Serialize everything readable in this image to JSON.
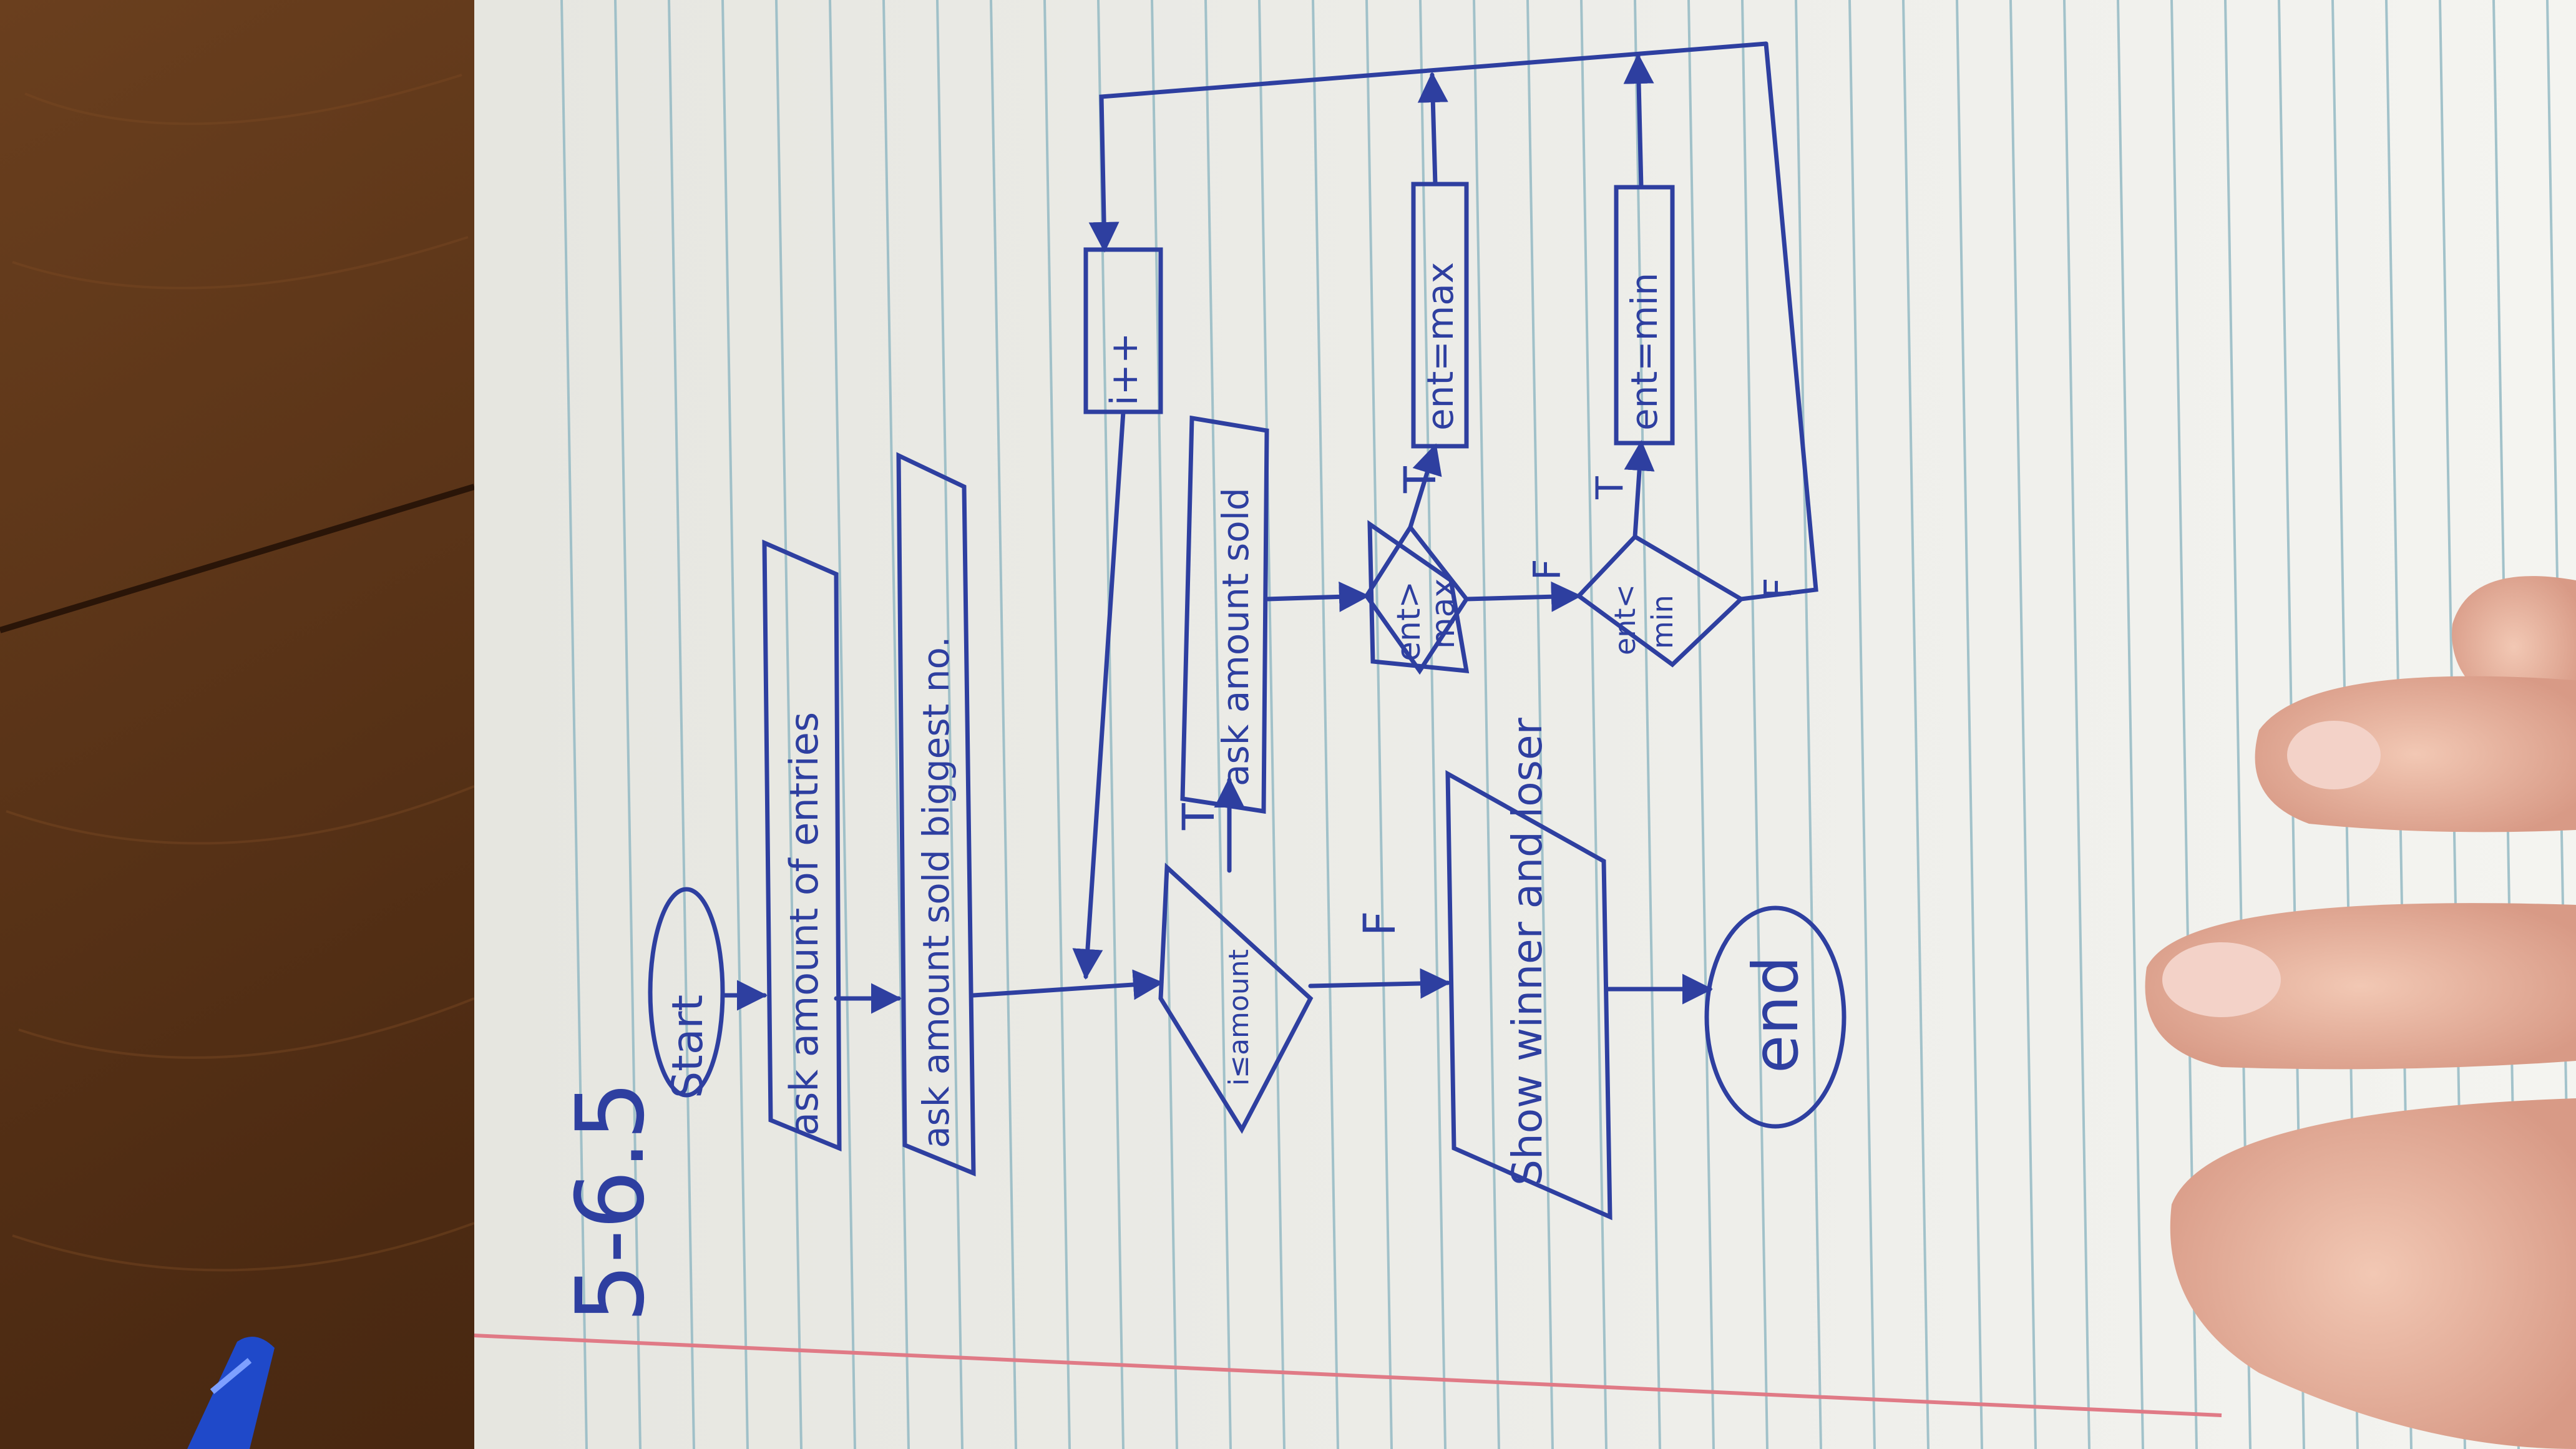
{
  "photo": {
    "subject": "hand-drawn flowchart on lined notebook paper, rotated 90 degrees",
    "colors": {
      "ink": "#2e3fa0",
      "paper": "#ecece8",
      "ruled_line": "#8fb7c2",
      "margin_line": "#e07a86",
      "wood": "#5a3418"
    }
  },
  "heading": "5-6.5",
  "flowchart": {
    "start": "Start",
    "ask_entries": "ask amount of entries",
    "ask_sold": "ask amount sold biggest no.",
    "increment": "i++",
    "loop_test": "i≤amount",
    "ask_sold_loop": "ask amount sold",
    "max_test_line1": "ent>",
    "max_test_line2": "max",
    "set_max": "ent=max",
    "min_test_line1": "ent<",
    "min_test_line2": "min",
    "set_min": "ent=min",
    "show": "Show winner and loser",
    "end": "end",
    "true_label": "T",
    "false_label": "F"
  }
}
